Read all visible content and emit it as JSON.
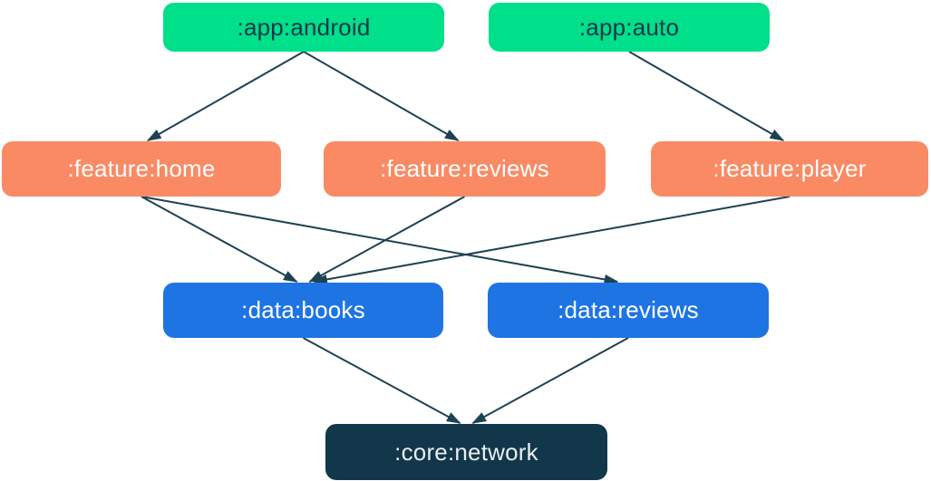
{
  "diagram": {
    "type": "module-dependency-graph",
    "nodes": {
      "app_android": {
        "label": ":app:android",
        "group": "app"
      },
      "app_auto": {
        "label": ":app:auto",
        "group": "app"
      },
      "feature_home": {
        "label": ":feature:home",
        "group": "feature"
      },
      "feature_reviews": {
        "label": ":feature:reviews",
        "group": "feature"
      },
      "feature_player": {
        "label": ":feature:player",
        "group": "feature"
      },
      "data_books": {
        "label": ":data:books",
        "group": "data"
      },
      "data_reviews": {
        "label": ":data:reviews",
        "group": "data"
      },
      "core_network": {
        "label": ":core:network",
        "group": "core"
      }
    },
    "edges": [
      {
        "from": "app_android",
        "to": "feature_home"
      },
      {
        "from": "app_android",
        "to": "feature_reviews"
      },
      {
        "from": "app_auto",
        "to": "feature_player"
      },
      {
        "from": "feature_home",
        "to": "data_books"
      },
      {
        "from": "feature_home",
        "to": "data_reviews"
      },
      {
        "from": "feature_reviews",
        "to": "data_books"
      },
      {
        "from": "feature_player",
        "to": "data_books"
      },
      {
        "from": "data_books",
        "to": "core_network"
      },
      {
        "from": "data_reviews",
        "to": "core_network"
      }
    ]
  },
  "palette": {
    "app_fill": "#00DF8A",
    "app_text": "#12374A",
    "feature_fill": "#FA8A64",
    "feature_text": "#FFFFFF",
    "data_fill": "#1E74E3",
    "data_text": "#FFFFFF",
    "core_fill": "#12374A",
    "core_text": "#E9EEF0",
    "edge_color": "#1D4253",
    "background": "#FFFFFF"
  }
}
